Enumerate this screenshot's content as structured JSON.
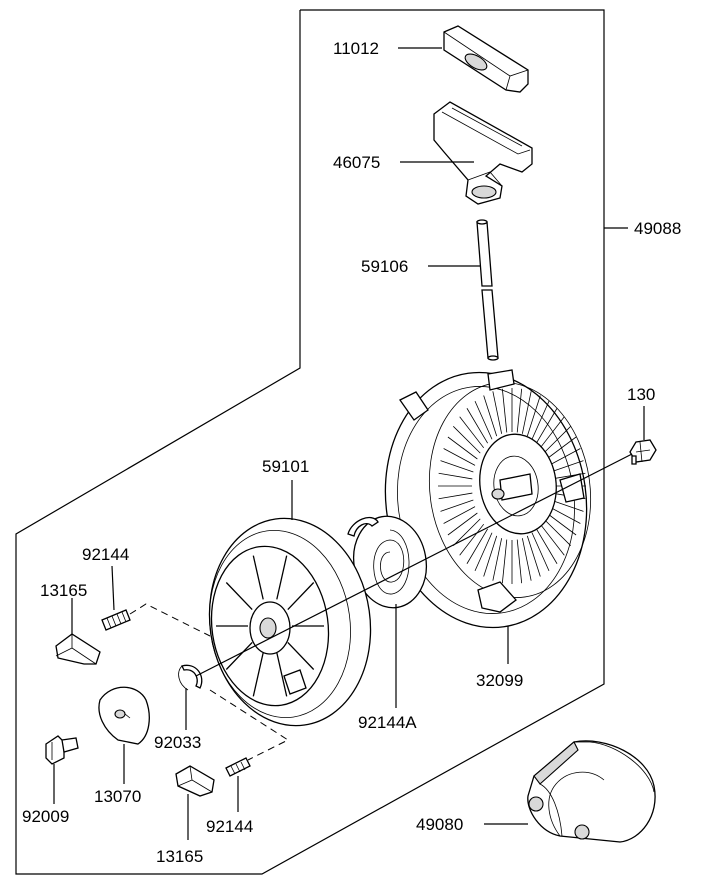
{
  "parts": [
    {
      "id": "p11012",
      "label": "11012"
    },
    {
      "id": "p46075",
      "label": "46075"
    },
    {
      "id": "p59106",
      "label": "59106"
    },
    {
      "id": "p49088",
      "label": "49088"
    },
    {
      "id": "p130",
      "label": "130"
    },
    {
      "id": "p59101",
      "label": "59101"
    },
    {
      "id": "p92144a",
      "label": "92144"
    },
    {
      "id": "p13165a",
      "label": "13165"
    },
    {
      "id": "p32099",
      "label": "32099"
    },
    {
      "id": "p92144A",
      "label": "92144A"
    },
    {
      "id": "p92033",
      "label": "92033"
    },
    {
      "id": "p92009",
      "label": "92009"
    },
    {
      "id": "p13070",
      "label": "13070"
    },
    {
      "id": "p92144b",
      "label": "92144"
    },
    {
      "id": "p13165b",
      "label": "13165"
    },
    {
      "id": "p49080",
      "label": "49080"
    }
  ]
}
